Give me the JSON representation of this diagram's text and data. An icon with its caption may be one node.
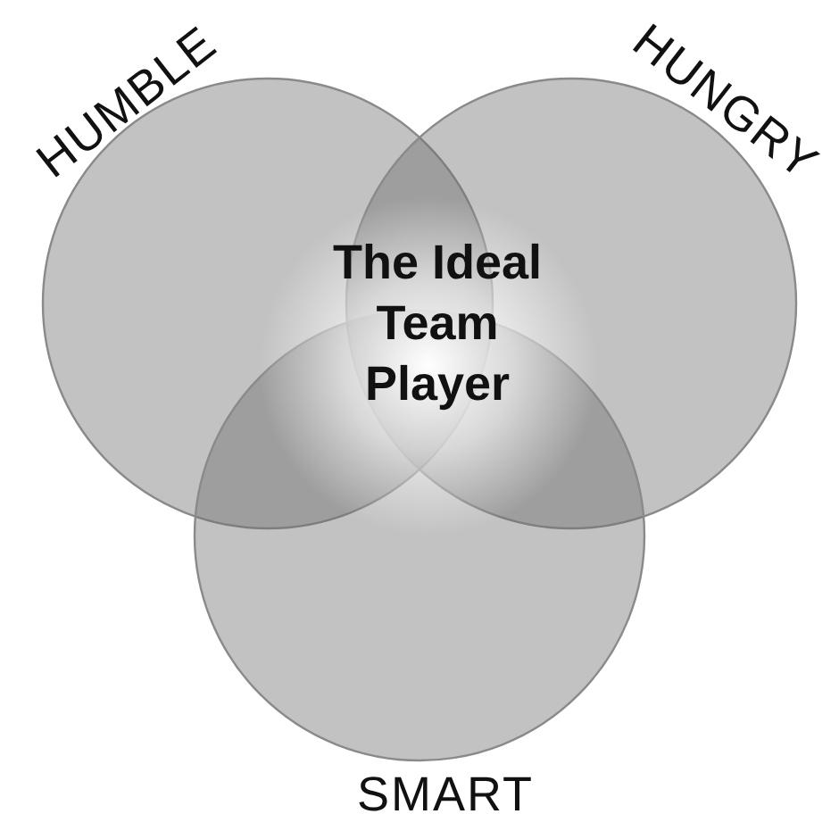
{
  "diagram": {
    "nodes": [
      {
        "text": [
          "HUMBLE"
        ]
      },
      {
        "text": [
          "HUNGRY"
        ]
      },
      {
        "text": [
          "SMART"
        ]
      }
    ],
    "edges": [],
    "labels": [
      "The Ideal Team Player"
    ]
  }
}
